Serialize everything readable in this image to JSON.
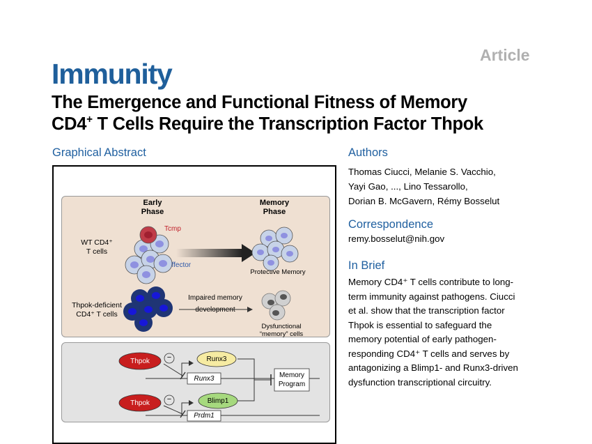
{
  "header": {
    "article_label": "Article",
    "journal": "Immunity",
    "title_line1": "The Emergence and Functional Fitness of Memory",
    "title_line2_pre": "CD4",
    "title_line2_sup": "+",
    "title_line2_post": " T Cells Require the Transcription Factor Thpok"
  },
  "graphical_abstract": {
    "heading": "Graphical Abstract",
    "early_phase": "Early\nPhase",
    "memory_phase": "Memory\nPhase",
    "wt_label": "WT CD4⁺\nT cells",
    "tcmp_label": "Tcmp",
    "effector_label": "Effector",
    "protective_memory": "Protective Memory",
    "thpok_deficient_label": "Thpok-deficient\nCD4⁺ T cells",
    "impaired_memory": "Impaired memory\ndevelopment",
    "dysfunctional": "Dysfunctional\n“memory” cells",
    "thpok_1": "Thpok",
    "thpok_2": "Thpok",
    "runx3_protein": "Runx3",
    "blimp1_protein": "Blimp1",
    "runx3_gene": "Runx3",
    "prdm1_gene": "Prdm1",
    "memory_program": "Memory\nProgram",
    "minus_symbol": "−",
    "colors": {
      "top_panel_bg": "#efe0d2",
      "bottom_panel_bg": "#e3e3e3",
      "wt_cell": "#c7d3e8",
      "wt_nucleus": "#8f91e0",
      "tcmp_cell": "#c03c48",
      "ko_cell": "#1f3575",
      "ko_nucleus": "#1717d8",
      "dys_cell": "#d0d0d0",
      "dys_nucleus": "#555555",
      "thpok_fill": "#c81e1e",
      "runx3_fill": "#f6eba2",
      "blimp1_fill": "#a6d97e"
    }
  },
  "authors": {
    "heading": "Authors",
    "line1": "Thomas Ciucci, Melanie S. Vacchio,",
    "line2": "Yayi Gao, ..., Lino Tessarollo,",
    "line3": "Dorian B. McGavern, Rémy Bosselut"
  },
  "correspondence": {
    "heading": "Correspondence",
    "email": "remy.bosselut@nih.gov"
  },
  "in_brief": {
    "heading": "In Brief",
    "lines": [
      "Memory CD4⁺ T cells contribute to long-",
      "term immunity against pathogens. Ciucci",
      "et al. show that the transcription factor",
      "Thpok is essential to safeguard the",
      "memory potential of early pathogen-",
      "responding CD4⁺ T cells and serves by",
      "antagonizing a Blimp1- and Runx3-driven",
      "dysfunction transcriptional circuitry."
    ]
  }
}
